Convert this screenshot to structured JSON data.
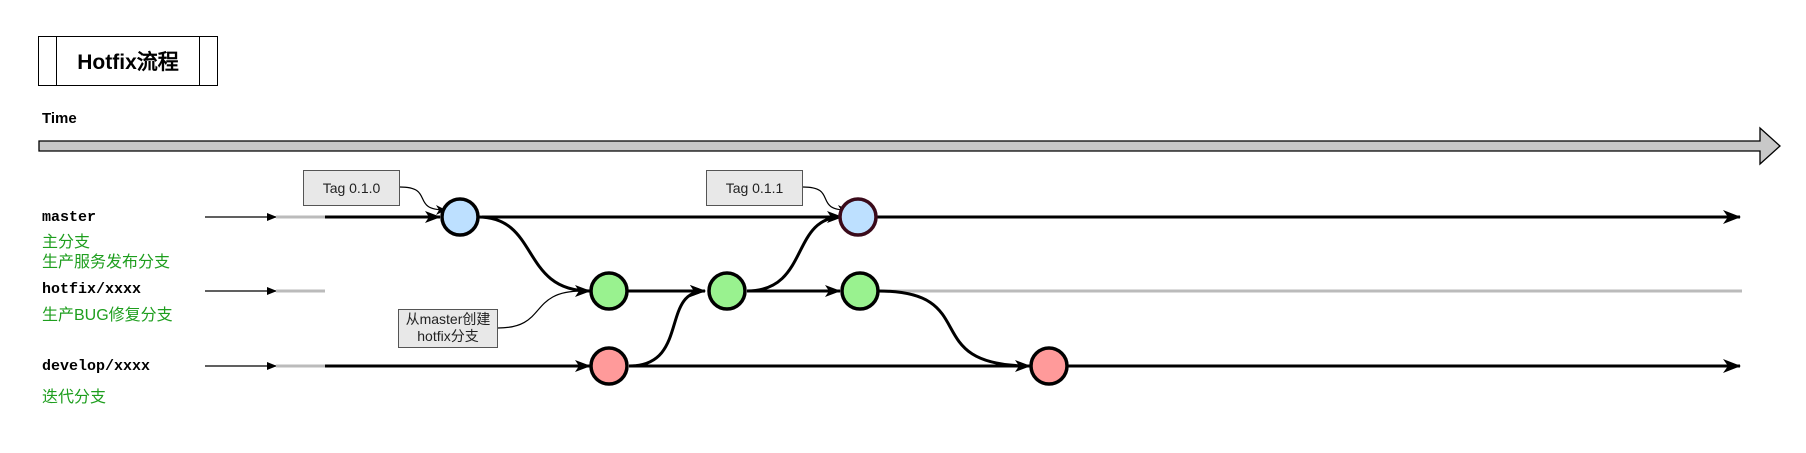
{
  "title": "Hotfix流程",
  "time_label": "Time",
  "branches": {
    "master": {
      "name": "master",
      "desc1": "主分支",
      "desc2": "生产服务发布分支"
    },
    "hotfix": {
      "name": "hotfix/xxxx",
      "desc1": "生产BUG修复分支"
    },
    "develop": {
      "name": "develop/xxxx",
      "desc1": "迭代分支"
    }
  },
  "tags": {
    "tag1": "Tag 0.1.0",
    "tag2": "Tag 0.1.1"
  },
  "note": {
    "line1": "从master创建",
    "line2": "hotfix分支"
  },
  "colors": {
    "master_commit": "#bde0ff",
    "hotfix_commit": "#99f28f",
    "develop_commit": "#ff9a9a",
    "description": "#1e9e1e",
    "time_arrow": "#c8c8c8"
  }
}
